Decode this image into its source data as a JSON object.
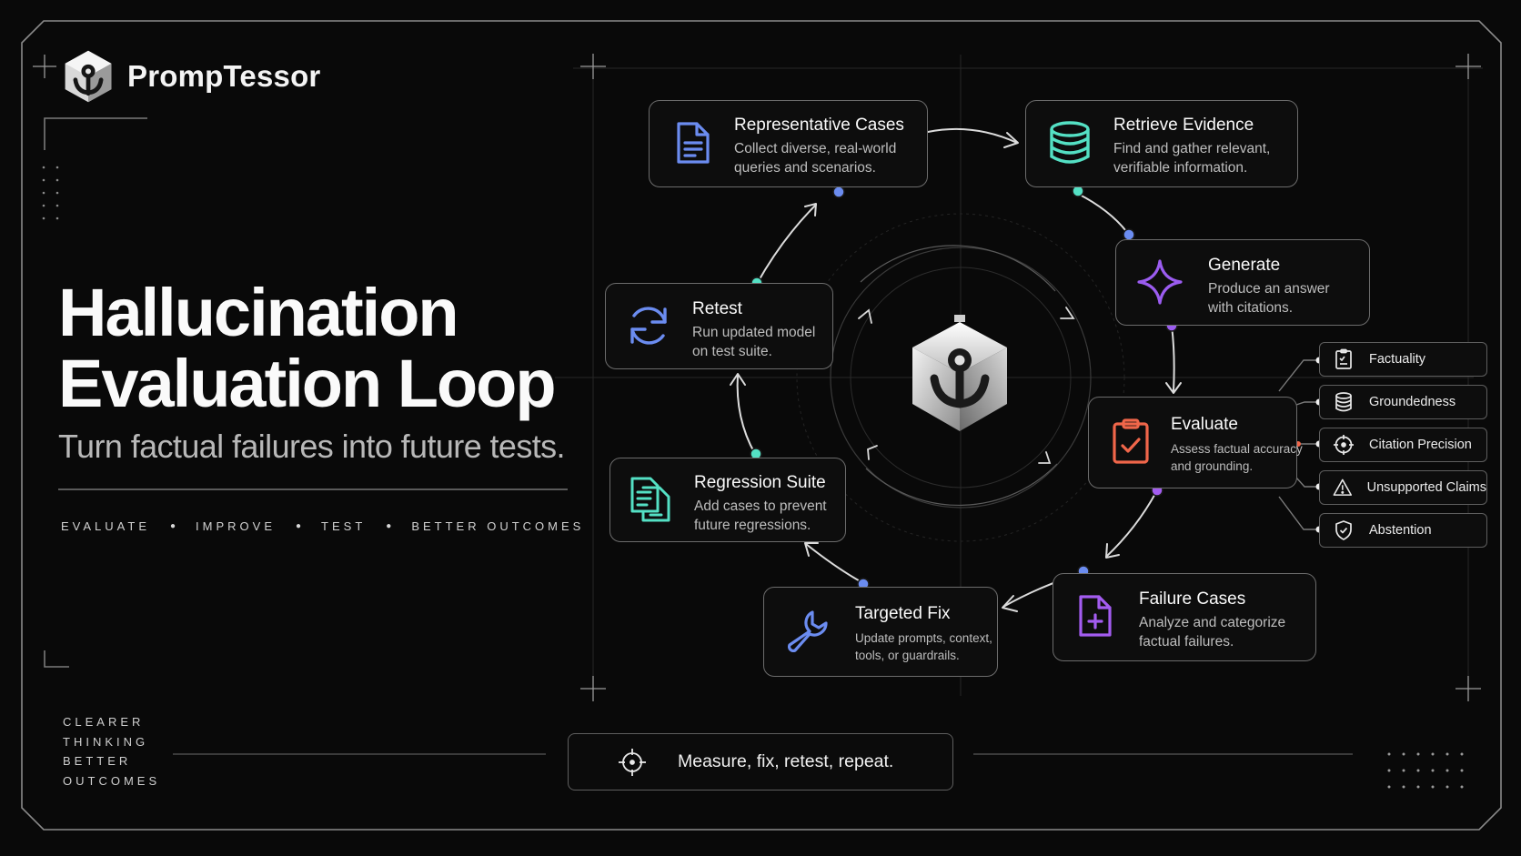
{
  "brand": {
    "name": "PrompTessor"
  },
  "title_line1": "Hallucination",
  "title_line2": "Evaluation Loop",
  "subtitle": "Turn factual failures into future tests.",
  "tags": [
    "EVALUATE",
    "IMPROVE",
    "TEST",
    "BETTER OUTCOMES"
  ],
  "slogan": [
    "CLEARER",
    "THINKING",
    "BETTER",
    "OUTCOMES"
  ],
  "steps": {
    "cases": {
      "title": "Representative Cases",
      "desc": [
        "Collect diverse, real-world",
        "queries and scenarios."
      ],
      "icon": "document-icon",
      "color": "#6b8cf0"
    },
    "retrieve": {
      "title": "Retrieve Evidence",
      "desc": [
        "Find and gather relevant,",
        "verifiable information."
      ],
      "icon": "database-icon",
      "color": "#54e0c4"
    },
    "generate": {
      "title": "Generate",
      "desc": [
        "Produce an answer",
        "with citations."
      ],
      "icon": "sparkle-icon",
      "color": "#9b5cf0"
    },
    "evaluate": {
      "title": "Evaluate",
      "desc": [
        "Assess factual accuracy",
        "and grounding."
      ],
      "icon": "clipboard-check-icon",
      "color": "#f0664a"
    },
    "failure": {
      "title": "Failure Cases",
      "desc": [
        "Analyze and categorize",
        "factual failures."
      ],
      "icon": "file-plus-icon",
      "color": "#a35cf0"
    },
    "fix": {
      "title": "Targeted Fix",
      "desc": [
        "Update prompts, context,",
        "tools, or guardrails."
      ],
      "icon": "wrench-icon",
      "color": "#6b8cf0"
    },
    "regression": {
      "title": "Regression Suite",
      "desc": [
        "Add cases to prevent",
        "future regressions."
      ],
      "icon": "files-icon",
      "color": "#54e0c4"
    },
    "retest": {
      "title": "Retest",
      "desc": [
        "Run updated model",
        "on test suite."
      ],
      "icon": "refresh-icon",
      "color": "#6b8cf0"
    }
  },
  "metrics": [
    {
      "label": "Factuality",
      "icon": "checklist-icon"
    },
    {
      "label": "Groundedness",
      "icon": "database-icon"
    },
    {
      "label": "Citation Precision",
      "icon": "crosshair-icon"
    },
    {
      "label": "Unsupported Claims",
      "icon": "warning-icon"
    },
    {
      "label": "Abstention",
      "icon": "shield-check-icon"
    }
  ],
  "motto": {
    "text": "Measure, fix, retest, repeat.",
    "icon": "target-icon"
  }
}
